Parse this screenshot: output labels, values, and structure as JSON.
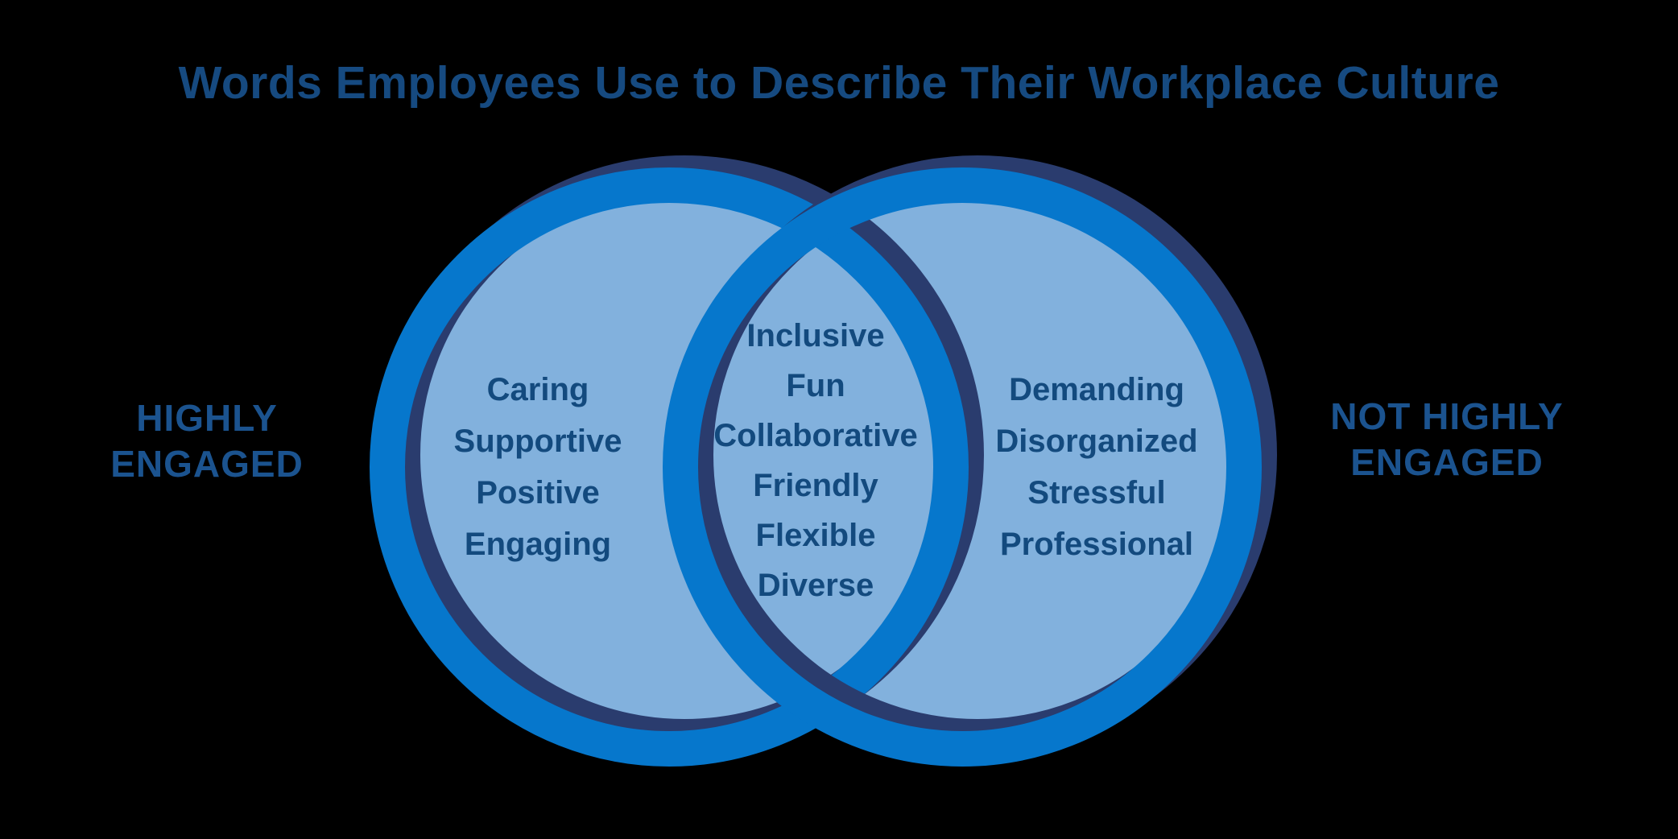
{
  "title": "Words Employees Use to Describe Their Workplace Culture",
  "left_label": {
    "line1": "HIGHLY",
    "line2": "ENGAGED"
  },
  "right_label": {
    "line1": "NOT HIGHLY",
    "line2": "ENGAGED"
  },
  "left_circle": {
    "words": [
      "Caring",
      "Supportive",
      "Positive",
      "Engaging"
    ]
  },
  "overlap": {
    "words": [
      "Inclusive",
      "Fun",
      "Collaborative",
      "Friendly",
      "Flexible",
      "Diverse"
    ]
  },
  "right_circle": {
    "words": [
      "Demanding",
      "Disorganized",
      "Stressful",
      "Professional"
    ]
  },
  "colors": {
    "background": "#000000",
    "circle_fill": "#82b1dd",
    "ring_blue": "#0677cc",
    "ring_shadow_navy": "#2a3c6e",
    "word_text_navy": "#134a7e",
    "title_navy": "#164a80",
    "side_label_navy": "#1b538f"
  }
}
